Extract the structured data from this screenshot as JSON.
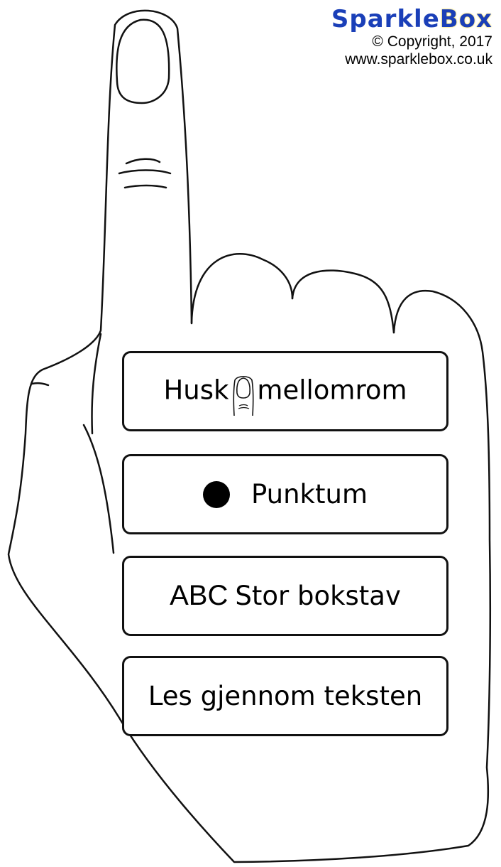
{
  "brand": {
    "logo_part1": "Sparkle",
    "logo_part2": "Box",
    "copyright": "© Copyright, 2017",
    "url": "www.sparklebox.co.uk"
  },
  "boxes": [
    {
      "before": "Husk",
      "after": "mellomrom",
      "icon": "finger-icon"
    },
    {
      "label": "Punktum",
      "icon": "full-stop-dot-icon"
    },
    {
      "prefix": "ABC",
      "label": "Stor bokstav"
    },
    {
      "label": "Les gjennom teksten"
    }
  ],
  "colors": {
    "logo_blue": "#1a3fb8",
    "logo_glow": "#f5d000",
    "outline": "#111111"
  }
}
